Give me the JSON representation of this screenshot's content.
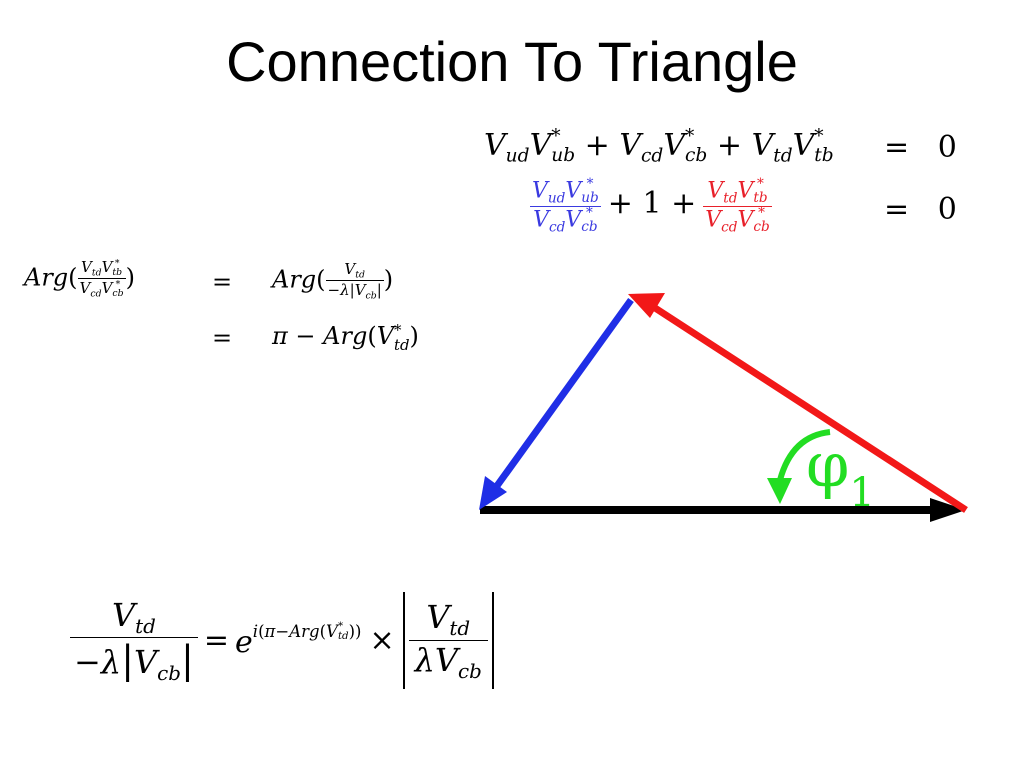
{
  "title": "Connection To Triangle",
  "colors": {
    "blue_side": "#1f2ee6",
    "red_side": "#f21818",
    "base": "#000000",
    "angle": "#22dd22",
    "blue_term": "#3a3ae0",
    "red_term": "#e8202a"
  },
  "triangle": {
    "angle_label": "φ",
    "angle_subscript": "1"
  }
}
